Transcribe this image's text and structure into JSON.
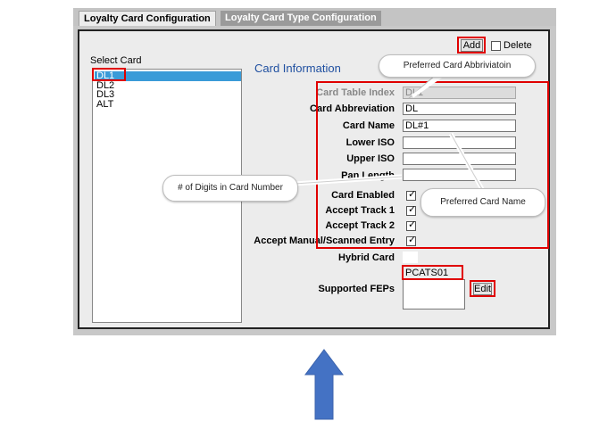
{
  "tabs": {
    "active": "Loyalty Card Configuration",
    "inactive": "Loyalty Card Type Configuration"
  },
  "select_card": {
    "label": "Select Card",
    "items": [
      "DL1",
      "DL2",
      "DL3",
      "ALT"
    ],
    "selected_index": 0
  },
  "header": {
    "add_label": "Add",
    "delete_label": "Delete",
    "section_title": "Card Information"
  },
  "fields": {
    "card_table_index": {
      "label": "Card Table Index",
      "value": "DL1"
    },
    "card_abbreviation": {
      "label": "Card Abbreviation",
      "value": "DL"
    },
    "card_name": {
      "label": "Card Name",
      "value": "DL#1"
    },
    "lower_iso": {
      "label": "Lower ISO",
      "value": ""
    },
    "upper_iso": {
      "label": "Upper ISO",
      "value": ""
    },
    "pan_length": {
      "label": "Pan Length",
      "value": ""
    }
  },
  "checkboxes": {
    "card_enabled": {
      "label": "Card Enabled",
      "checked": true
    },
    "accept_track_1": {
      "label": "Accept Track 1",
      "checked": true
    },
    "accept_track_2": {
      "label": "Accept Track 2",
      "checked": true
    },
    "accept_manual": {
      "label": "Accept Manual/Scanned Entry",
      "checked": true
    },
    "hybrid_card": {
      "label": "Hybrid Card",
      "checked": false
    }
  },
  "feps": {
    "label": "Supported FEPs",
    "value": "PCATS01",
    "edit_label": "Edit"
  },
  "callouts": {
    "abbreviation": "Preferred Card Abbriviatoin",
    "digits": "# of Digits in Card Number",
    "name": "Preferred Card Name"
  },
  "colors": {
    "highlight": "#e00000",
    "selection": "#3a9bd8",
    "arrow": "#4472c4",
    "title_blue": "#1f4fa0"
  }
}
